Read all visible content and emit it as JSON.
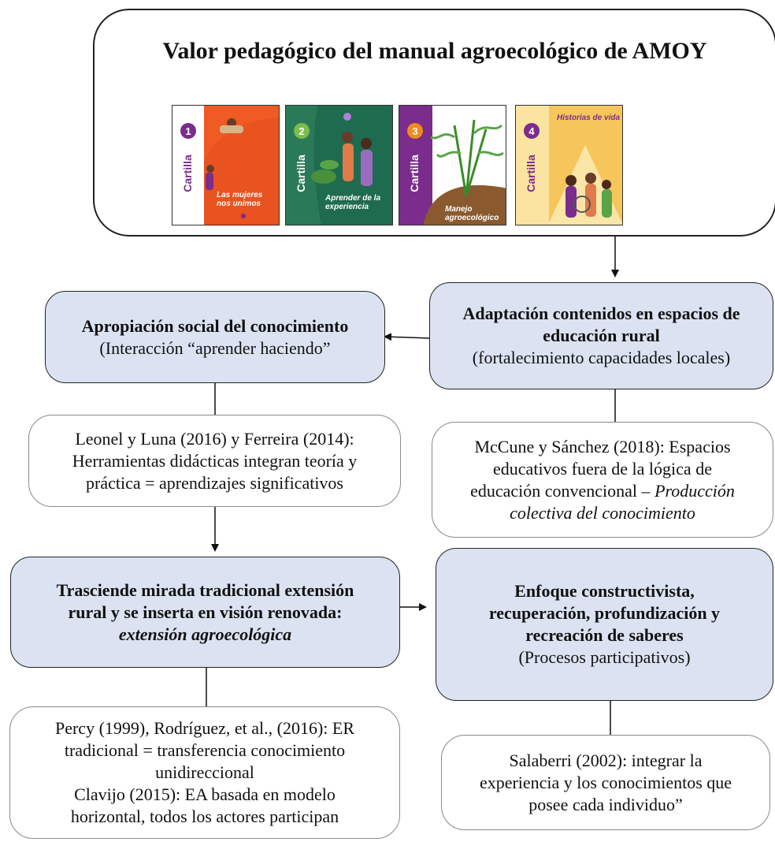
{
  "header": {
    "title": "Valor pedagógico del manual agroecológico de AMOY"
  },
  "covers": [
    {
      "number": "1",
      "label": "Cartilla",
      "caption": "Las mujeres nos unimos",
      "bg": "#f05a23",
      "accent": "#7b2c8c"
    },
    {
      "number": "2",
      "label": "Cartilla",
      "caption": "Aprender de la experiencia",
      "bg": "#1f6b4f",
      "accent": "#7b2c8c"
    },
    {
      "number": "3",
      "label": "Cartilla",
      "caption": "Manejo agroecológico",
      "bg": "#ffffff",
      "accent": "#7b2c8c"
    },
    {
      "number": "4",
      "label": "Cartilla",
      "caption": "Historias de vida",
      "bg": "#f7c65a",
      "accent": "#7b2c8c"
    }
  ],
  "nodes": {
    "adaptacion": {
      "title_lines": [
        "Adaptación contenidos en espacios de",
        "educación rural"
      ],
      "subtitle": "(fortalecimiento capacidades locales)"
    },
    "apropiacion": {
      "title": "Apropiación social del conocimiento",
      "subtitle": "(Interacción “aprender haciendo”"
    },
    "leonel": {
      "lines": [
        "Leonel y Luna (2016) y Ferreira (2014):",
        "Herramientas didácticas integran teoría y",
        "práctica = aprendizajes significativos"
      ]
    },
    "mccune": {
      "lines": [
        "McCune y Sánchez (2018): Espacios",
        "educativos fuera de la lógica de"
      ],
      "line3_plain": "educación convencional – ",
      "line3_italic": "Producción",
      "line4_italic": "colectiva del conocimiento"
    },
    "trasciende": {
      "title_lines": [
        "Trasciende mirada tradicional extensión",
        "rural y se inserta en visión renovada:"
      ],
      "title_italic": "extensión agroecológica"
    },
    "enfoque": {
      "title_lines": [
        "Enfoque constructivista,",
        "recuperación, profundización y",
        "recreación de saberes"
      ],
      "subtitle": "(Procesos participativos)"
    },
    "percy": {
      "lines": [
        "Percy (1999), Rodríguez, et al., (2016): ER",
        "tradicional = transferencia conocimiento",
        "unidireccional",
        "Clavijo (2015): EA basada en modelo",
        "horizontal, todos los actores participan"
      ]
    },
    "salaberri": {
      "lines": [
        "Salaberri (2002): integrar la",
        "experiencia y los conocimientos que",
        "posee cada individuo”"
      ]
    }
  },
  "colors": {
    "node_fill": "#dbe3f2",
    "border_dark": "#222222",
    "border_gray": "#8a8a8a"
  }
}
